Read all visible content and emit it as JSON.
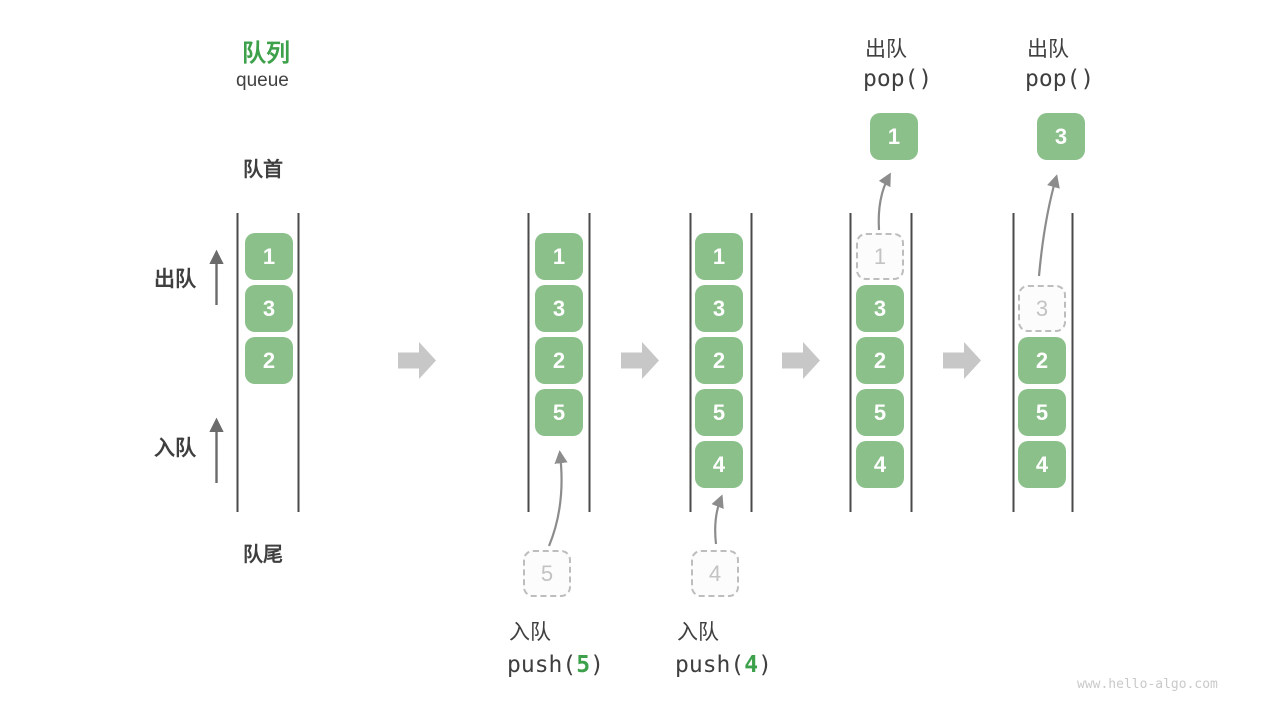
{
  "title": {
    "zh": "队列",
    "en": "queue"
  },
  "labels": {
    "front": "队首",
    "rear": "队尾",
    "dequeue_side": "出队",
    "enqueue_side": "入队"
  },
  "states": [
    {
      "items": [
        "1",
        "3",
        "2"
      ]
    },
    {
      "items": [
        "1",
        "3",
        "2",
        "5"
      ],
      "staged": "5"
    },
    {
      "items": [
        "1",
        "3",
        "2",
        "5",
        "4"
      ],
      "staged": "4"
    },
    {
      "items": [
        "3",
        "2",
        "5",
        "4"
      ],
      "ghost": "1",
      "popped": "1",
      "op_label": "出队",
      "op_code": "pop()"
    },
    {
      "items": [
        "2",
        "5",
        "4"
      ],
      "ghost": "3",
      "popped": "3",
      "op_label": "出队",
      "op_code": "pop()"
    }
  ],
  "ops": {
    "push5": {
      "label": "入队",
      "fn": "push(",
      "arg": "5",
      "close": ")"
    },
    "push4": {
      "label": "入队",
      "fn": "push(",
      "arg": "4",
      "close": ")"
    }
  },
  "watermark": "www.hello-algo.com",
  "colors": {
    "box_green": "#8bc08a",
    "accent_green": "#3da14b",
    "wall_gray": "#4a4a4a",
    "block_arrow_gray": "#c7c7c7",
    "thin_arrow_gray": "#6b6b6b",
    "curve_arrow_gray": "#8c8c8c",
    "ghost_border": "#bdbdbd",
    "text_dark": "#3f3f3f",
    "watermark_gray": "#c9c9c9"
  }
}
